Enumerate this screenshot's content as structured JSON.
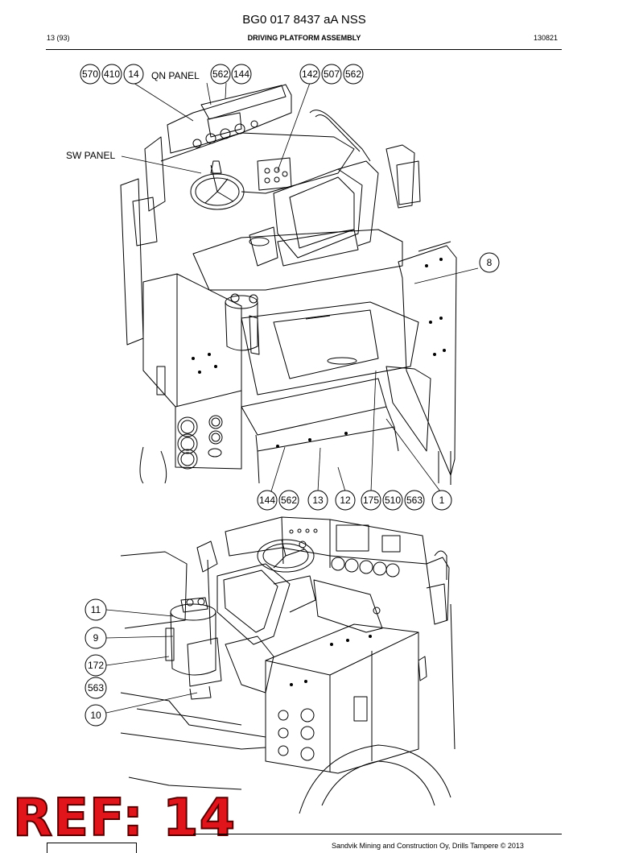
{
  "document": {
    "title": "BG0 017 8437 aA NSS",
    "page": "13 (93)",
    "section": "DRIVING PLATFORM ASSEMBLY",
    "code": "130821"
  },
  "labels": {
    "qn_panel": "QN PANEL",
    "sw_panel": "SW PANEL"
  },
  "callouts_top": [
    "570",
    "410",
    "14",
    "562",
    "144",
    "142",
    "507",
    "562",
    "8",
    "144",
    "562",
    "13",
    "12",
    "175",
    "510",
    "563",
    "1"
  ],
  "callouts_bottom": [
    "11",
    "9",
    "172",
    "563",
    "10"
  ],
  "stamp": "REF: 14",
  "footer": {
    "copyright": "Sandvik Mining and Construction Oy, Drills Tampere © 2013"
  }
}
